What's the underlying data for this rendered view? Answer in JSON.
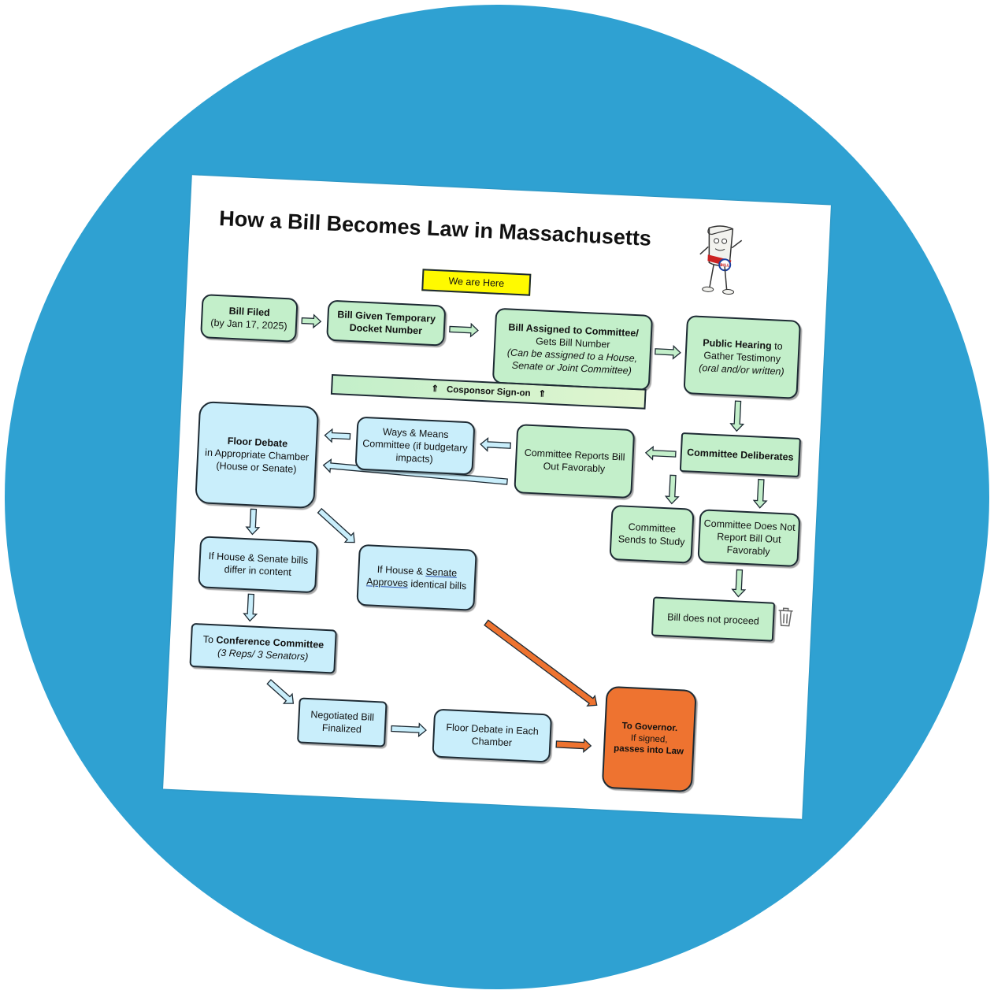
{
  "title": "How a Bill Becomes Law in Massachusetts",
  "mascot_label": "BILL",
  "marker": "We are Here",
  "cosponsor": {
    "arrow": "⇑",
    "label": "Cosponsor Sign-on"
  },
  "steps": {
    "filed": {
      "bold": "Bill Filed",
      "text": "(by Jan 17, 2025)"
    },
    "docket": {
      "bold": "Bill Given Temporary Docket Number"
    },
    "assigned": {
      "bold": "Bill Assigned to Committee/",
      "text": "Gets Bill Number",
      "italic": "(Can be assigned to a House, Senate or Joint Committee)"
    },
    "hearing": {
      "bold": "Public Hearing",
      "text": " to Gather Testimony",
      "italic": "(oral and/or written)"
    },
    "deliberates": {
      "bold": "Committee Deliberates"
    },
    "reports": {
      "text": "Committee Reports Bill Out Favorably"
    },
    "ways_means": {
      "text": "Ways & Means Committee (if budgetary impacts)"
    },
    "floor": {
      "bold": "Floor Debate",
      "text": "in Appropriate Chamber (House or Senate)"
    },
    "study": {
      "text": "Committee Sends to Study"
    },
    "not_report": {
      "text": "Committee Does Not Report Bill Out Favorably"
    },
    "not_proceed": {
      "text": "Bill does not proceed"
    },
    "differ": {
      "text": "If House & Senate bills differ in content"
    },
    "identical": {
      "pre": "If House & ",
      "u1": "Senate",
      "u2": "Approves",
      "post": " identical bills"
    },
    "conference": {
      "pre": "To ",
      "bold": "Conference Committee",
      "italic": "(3 Reps/ 3 Senators)"
    },
    "negotiated": {
      "text": "Negotiated Bill Finalized"
    },
    "floor_each": {
      "text": "Floor Debate in Each Chamber"
    },
    "governor": {
      "bold": "To Governor.",
      "text": "If signed,",
      "bold2": "passes into Law"
    }
  },
  "colors": {
    "background": "#2fa1d2",
    "green": "#c3efca",
    "blue": "#c9eefb",
    "orange": "#ee7330",
    "yellow": "#fffa00"
  }
}
